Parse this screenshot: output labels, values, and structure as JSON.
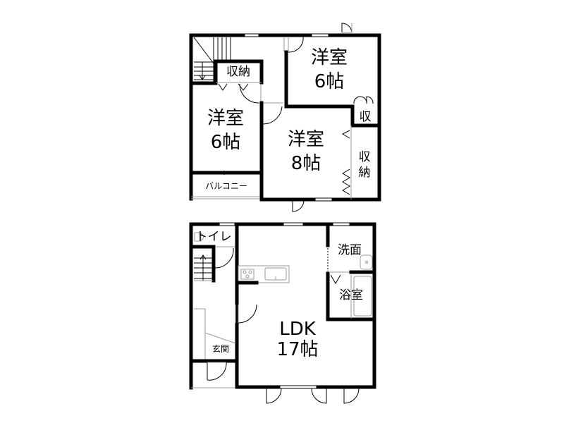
{
  "floor2": {
    "rooms": [
      {
        "id": "western-room-ne",
        "name": "洋室",
        "size": "6帖"
      },
      {
        "id": "western-room-w",
        "name": "洋室",
        "size": "6帖"
      },
      {
        "id": "western-room-center",
        "name": "洋室",
        "size": "8帖"
      }
    ],
    "storage_small_top": "収納",
    "storage_small_right": "収",
    "storage_right_line1": "収",
    "storage_right_line2": "納",
    "balcony": "バルコニー"
  },
  "floor1": {
    "toilet": "トイレ",
    "washroom": "洗面",
    "bathroom": "浴室",
    "ldk_name": "LDK",
    "ldk_size": "17帖",
    "entrance": "玄関"
  },
  "colors": {
    "wall": "#000000",
    "background": "#ffffff",
    "fixture": "#9a9a9a"
  }
}
